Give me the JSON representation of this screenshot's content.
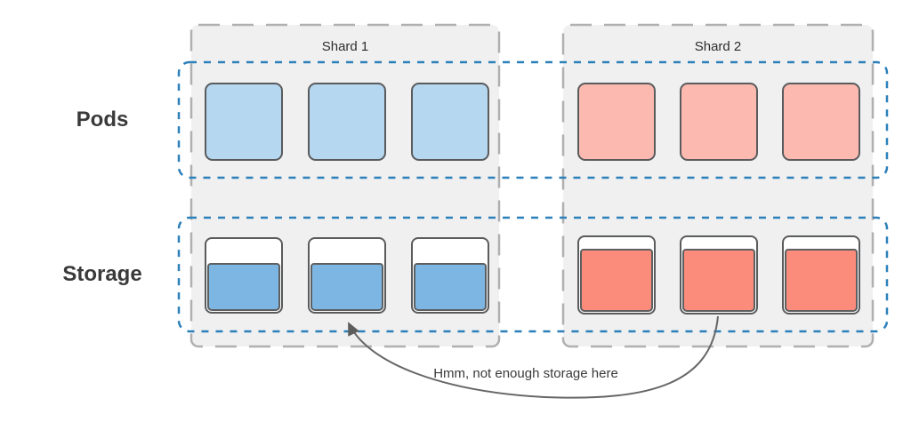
{
  "rows": [
    {
      "label": "Pods"
    },
    {
      "label": "Storage"
    }
  ],
  "shards": [
    {
      "title": "Shard 1",
      "pod_count": 3,
      "storage_count": 3,
      "pod_fill": "#b5d7ef",
      "storage_fill": "#7db6e3",
      "storage_fill_pct": "66%"
    },
    {
      "title": "Shard 2",
      "pod_count": 3,
      "storage_count": 3,
      "pod_fill": "#fcb9af",
      "storage_fill": "#fb8b7b",
      "storage_fill_pct": "83%"
    }
  ],
  "annotation": {
    "text": "Hmm, not enough storage here"
  },
  "colors": {
    "row_overlay_border": "#2c80ba",
    "shard_border": "#b0b0b0",
    "shard_bg": "#f0f0f1",
    "box_border": "#595b5d",
    "arrow": "#666666",
    "label_text": "#3a3a3a"
  }
}
